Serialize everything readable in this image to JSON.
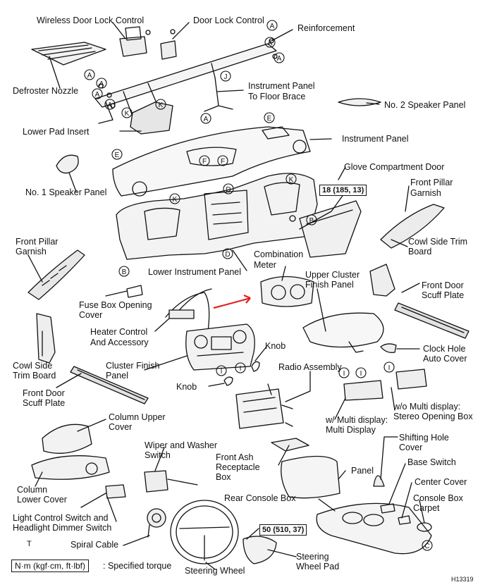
{
  "diagram": {
    "labels": {
      "wireless_door_lock_control": "Wireless Door Lock Control",
      "door_lock_control": "Door Lock Control",
      "reinforcement": "Reinforcement",
      "defroster_nozzle": "Defroster Nozzle",
      "instrument_panel_floor_brace_1": "Instrument Panel",
      "instrument_panel_floor_brace_2": "To Floor Brace",
      "no2_speaker_panel": "No. 2 Speaker Panel",
      "lower_pad_insert": "Lower Pad Insert",
      "instrument_panel": "Instrument Panel",
      "no1_speaker_panel": "No. 1 Speaker Panel",
      "glove_compartment_door": "Glove Compartment Door",
      "front_pillar_garnish_r_1": "Front Pillar",
      "front_pillar_garnish_r_2": "Garnish",
      "front_pillar_garnish_l_1": "Front Pillar",
      "front_pillar_garnish_l_2": "Garnish",
      "cowl_side_trim_board_r_1": "Cowl Side Trim",
      "cowl_side_trim_board_r_2": "Board",
      "combination_meter_1": "Combination",
      "combination_meter_2": "Meter",
      "lower_instrument_panel": "Lower Instrument Panel",
      "upper_cluster_finish_panel_1": "Upper Cluster",
      "upper_cluster_finish_panel_2": "Finish Panel",
      "front_door_scuff_plate_r_1": "Front Door",
      "front_door_scuff_plate_r_2": "Scuff Plate",
      "fuse_box_opening_cover_1": "Fuse Box Opening",
      "fuse_box_opening_cover_2": "Cover",
      "heater_control_1": "Heater Control",
      "heater_control_2": "And Accessory",
      "knob_top": "Knob",
      "clock_hole_auto_cover_1": "Clock  Hole",
      "clock_hole_auto_cover_2": "Auto Cover",
      "cowl_side_trim_board_l_1": "Cowl Side",
      "cowl_side_trim_board_l_2": "Trim Board",
      "cluster_finish_panel_1": "Cluster Finish",
      "cluster_finish_panel_2": "Panel",
      "radio_assembly": "Radio Assembly",
      "front_door_scuff_plate_l_1": "Front Door",
      "front_door_scuff_plate_l_2": "Scuff Plate",
      "knob_bottom": "Knob",
      "wo_multi_display_1": "w/o Multi display:",
      "wo_multi_display_2": "Stereo Opening Box",
      "w_multi_display_1": "w/ Multi display:",
      "w_multi_display_2": "Multi Display",
      "column_upper_cover_1": "Column Upper",
      "column_upper_cover_2": "Cover",
      "wiper_washer_switch_1": "Wiper and Washer",
      "wiper_washer_switch_2": "Switch",
      "shifting_hole_cover_1": "Shifting  Hole",
      "shifting_hole_cover_2": "Cover",
      "front_ash_1": "Front Ash",
      "front_ash_2": "Receptacle",
      "front_ash_3": "Box",
      "base_switch": "Base Switch",
      "panel": "Panel",
      "center_cover": "Center Cover",
      "column_lower_cover_1": "Column",
      "column_lower_cover_2": "Lower Cover",
      "rear_console_box": "Rear Console Box",
      "console_box_carpet_1": "Console Box",
      "console_box_carpet_2": "Carpet",
      "light_control_1": "Light Control Switch and",
      "light_control_2": "Headlight Dimmer Switch",
      "spiral_cable": "Spiral Cable",
      "steering_wheel_pad_1": "Steering",
      "steering_wheel_pad_2": "Wheel Pad",
      "steering_wheel": "Steering Wheel",
      "tee_mark": "T"
    },
    "torque_badges": {
      "glove": "18 (185, 13)",
      "steering": "50 (510, 37)"
    },
    "callouts": [
      "A",
      "J",
      "K",
      "E",
      "F",
      "D",
      "B",
      "C",
      "I"
    ],
    "legend": {
      "units": "N·m (kgf·cm, ft·lbf)",
      "text": ": Specified torque"
    },
    "figure_code": "H13319",
    "colors": {
      "ink": "#111111",
      "highlight_arrow": "#e0201b"
    }
  }
}
